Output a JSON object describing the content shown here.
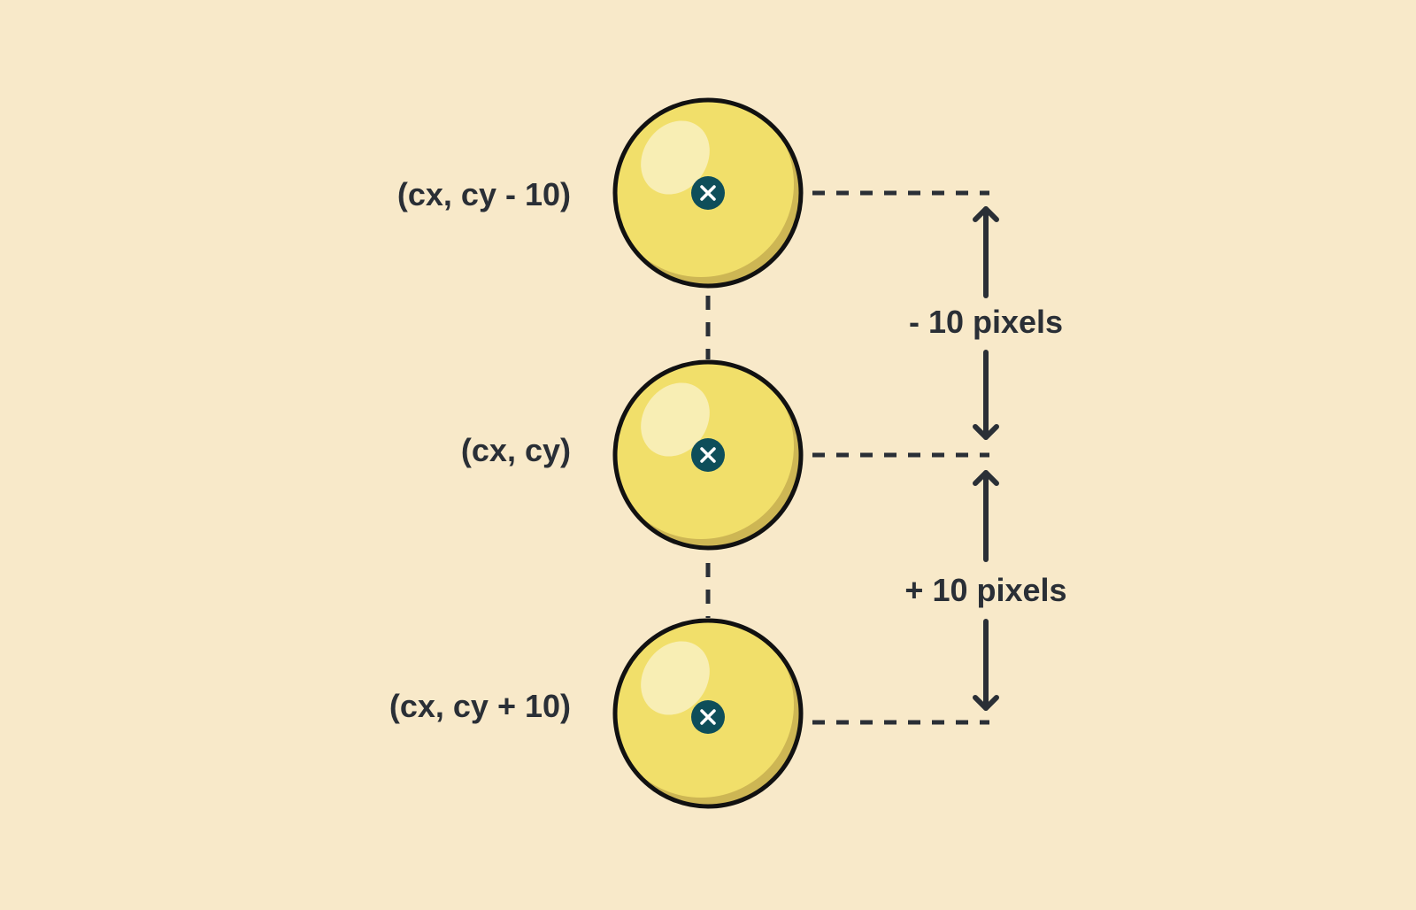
{
  "colors": {
    "background": "#f8e9c9",
    "ball_fill": "#f1df6a",
    "ball_shadow": "#cdb654",
    "ball_highlight": "#f8eeb4",
    "ball_outline": "#111111",
    "center_marker": "#0e4e5a",
    "ink": "#2a2f36"
  },
  "balls": [
    {
      "label": "(cx, cy - 10)",
      "center_icon": "close-icon"
    },
    {
      "label": "(cx, cy)",
      "center_icon": "close-icon"
    },
    {
      "label": "(cx, cy + 10)",
      "center_icon": "close-icon"
    }
  ],
  "offsets": [
    {
      "label": "- 10 pixels",
      "direction": "up"
    },
    {
      "label": "+ 10 pixels",
      "direction": "down"
    }
  ]
}
